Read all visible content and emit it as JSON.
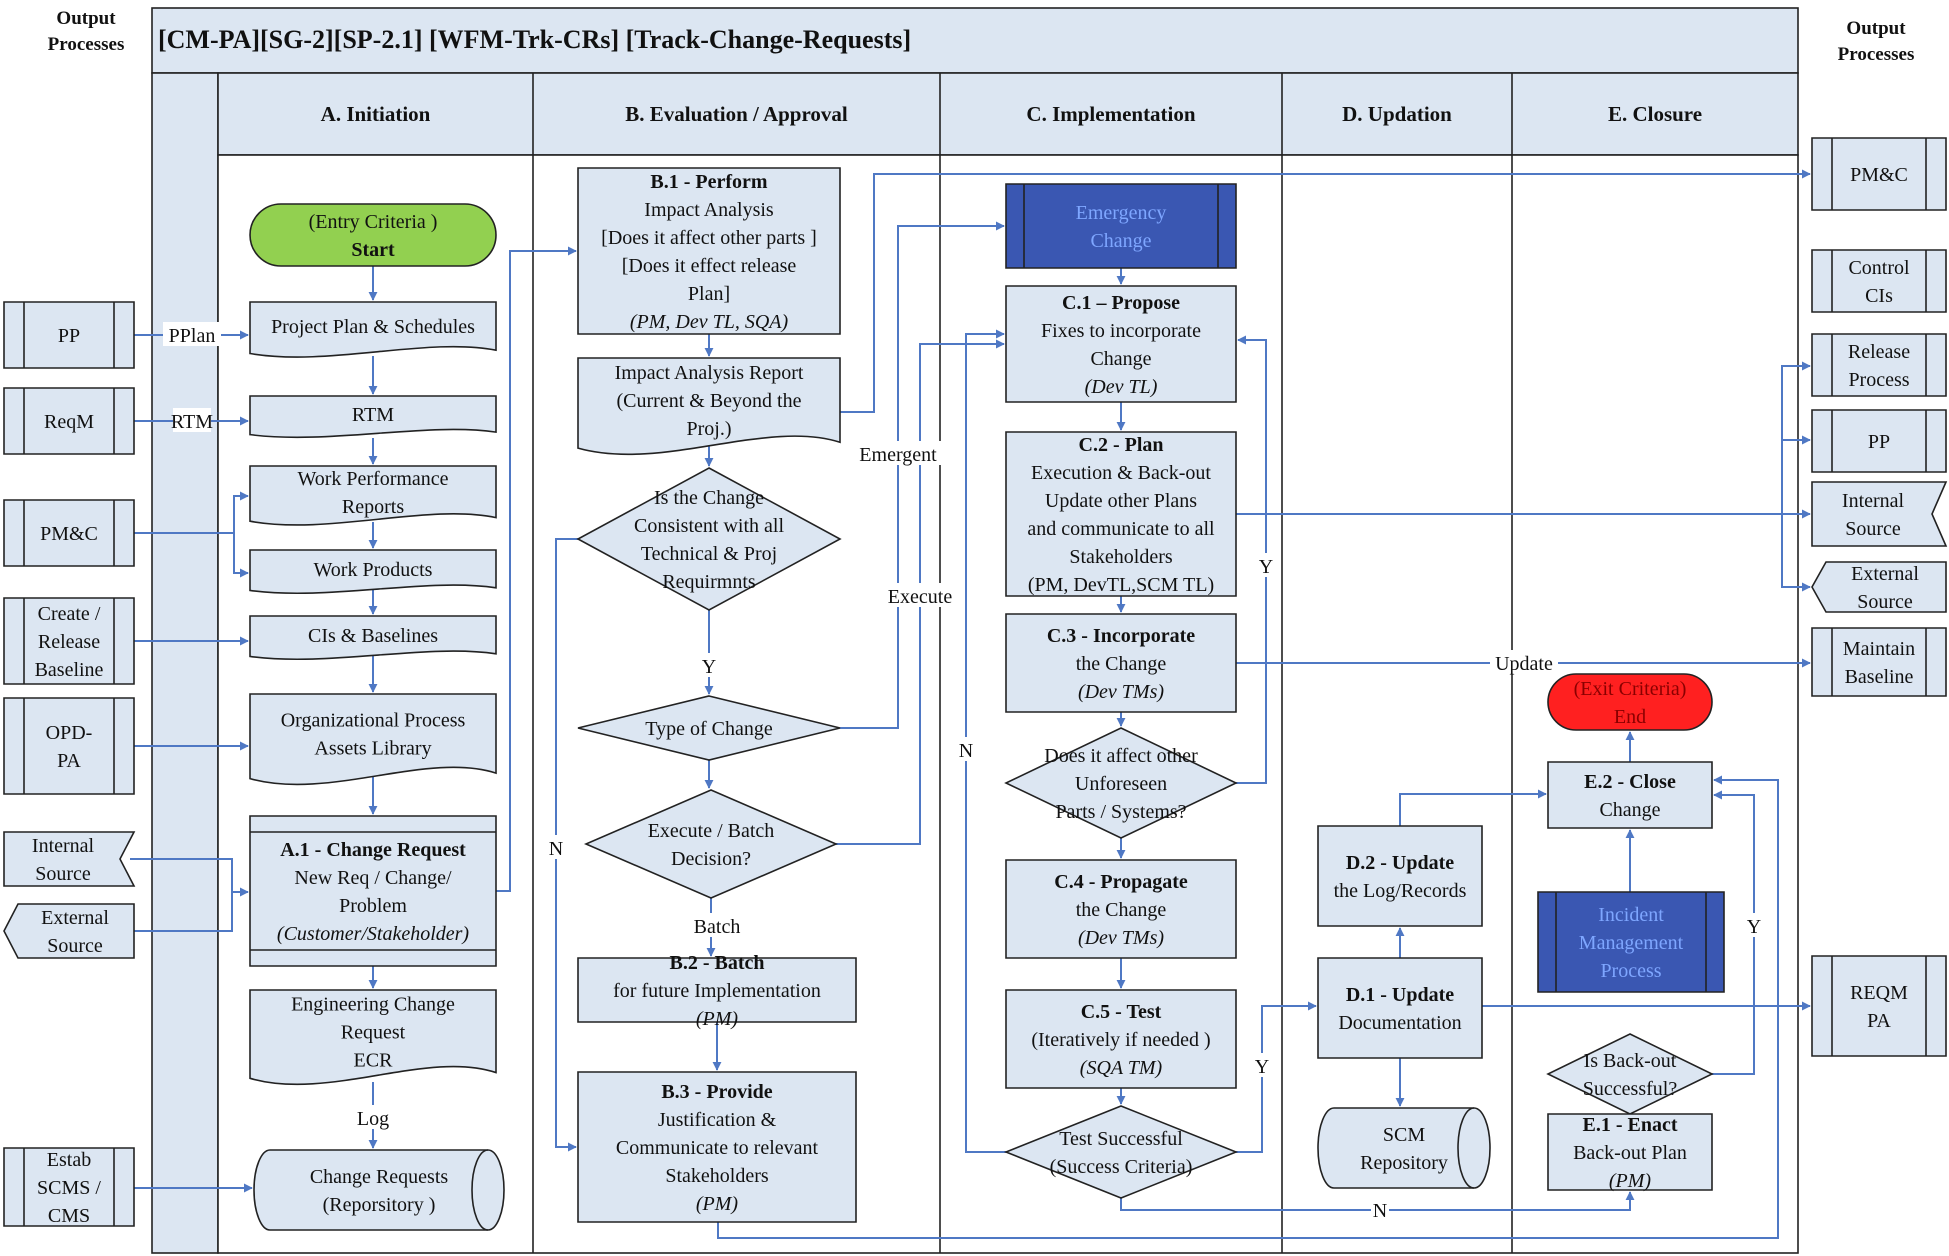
{
  "title": "[CM-PA][SG-2][SP-2.1] [WFM-Trk-CRs] [Track-Change-Requests]",
  "left_output_label": [
    "Output",
    "Processes"
  ],
  "right_output_label": [
    "Output",
    "Processes"
  ],
  "lanes": [
    {
      "id": "A",
      "label": "A. Initiation"
    },
    {
      "id": "B",
      "label": "B. Evaluation / Approval"
    },
    {
      "id": "C",
      "label": "C. Implementation"
    },
    {
      "id": "D",
      "label": "D. Updation"
    },
    {
      "id": "E",
      "label": "E. Closure"
    }
  ],
  "nodes": [
    {
      "id": "L-PP",
      "shape": "ext",
      "lines": [
        "PP"
      ]
    },
    {
      "id": "L-ReqM",
      "shape": "ext",
      "lines": [
        "ReqM"
      ]
    },
    {
      "id": "L-PMC",
      "shape": "ext",
      "lines": [
        "PM&C"
      ]
    },
    {
      "id": "L-CRB",
      "shape": "ext",
      "lines": [
        "Create /",
        "Release",
        "Baseline"
      ]
    },
    {
      "id": "L-OPD",
      "shape": "ext",
      "lines": [
        "OPD-",
        "PA"
      ]
    },
    {
      "id": "L-IS",
      "shape": "flag",
      "lines": [
        "Internal",
        "Source"
      ]
    },
    {
      "id": "L-ES",
      "shape": "flagl",
      "lines": [
        "External",
        "Source"
      ]
    },
    {
      "id": "L-SCMS",
      "shape": "ext",
      "lines": [
        "Estab",
        "SCMS /",
        "CMS"
      ]
    },
    {
      "id": "A-start",
      "shape": "term",
      "color": "green",
      "lines": [
        "(Entry Criteria )",
        "Start"
      ],
      "styles": [
        "n",
        "b"
      ]
    },
    {
      "id": "A-pps",
      "shape": "doc",
      "lines": [
        "Project Plan  & Schedules"
      ]
    },
    {
      "id": "A-rtm",
      "shape": "doc",
      "lines": [
        "RTM"
      ]
    },
    {
      "id": "A-wpr",
      "shape": "doc",
      "lines": [
        "Work Performance",
        "Reports"
      ]
    },
    {
      "id": "A-wp",
      "shape": "doc",
      "lines": [
        "Work Products"
      ]
    },
    {
      "id": "A-cis",
      "shape": "doc",
      "lines": [
        "CIs & Baselines"
      ]
    },
    {
      "id": "A-opal",
      "shape": "doc",
      "lines": [
        "Organizational Process",
        "Assets Library"
      ]
    },
    {
      "id": "A1",
      "shape": "proc",
      "lines": [
        "A.1 - Change Request",
        "New Req / Change/",
        "Problem",
        "(Customer/Stakeholder)"
      ],
      "styles": [
        "b",
        "n",
        "n",
        "i"
      ]
    },
    {
      "id": "A-ecr",
      "shape": "doc",
      "lines": [
        "Engineering Change",
        "Request",
        "ECR"
      ]
    },
    {
      "id": "A-crr",
      "shape": "store",
      "lines": [
        "Change Requests",
        "(Reporsitory )"
      ]
    },
    {
      "id": "B1",
      "shape": "rect",
      "lines": [
        "B.1 - Perform",
        "Impact Analysis",
        "[Does it affect other parts ]",
        "[Does it effect release",
        "Plan]",
        "(PM, Dev TL, SQA)"
      ],
      "styles": [
        "b",
        "n",
        "n",
        "n",
        "n",
        "i"
      ]
    },
    {
      "id": "B-iar",
      "shape": "doc",
      "lines": [
        "Impact Analysis Report",
        "(Current & Beyond the",
        "Proj.)"
      ]
    },
    {
      "id": "B-cons",
      "shape": "dia",
      "lines": [
        "Is the Change",
        "Consistent with all",
        "Technical  & Proj",
        "Requirmnts"
      ]
    },
    {
      "id": "B-type",
      "shape": "dia",
      "lines": [
        "Type of Change"
      ]
    },
    {
      "id": "B-exec",
      "shape": "dia",
      "lines": [
        "Execute / Batch",
        "Decision?"
      ]
    },
    {
      "id": "B2",
      "shape": "rect",
      "lines": [
        "B.2 - Batch",
        "for future Implementation",
        "(PM)"
      ],
      "styles": [
        "b",
        "n",
        "i"
      ]
    },
    {
      "id": "B3",
      "shape": "rect",
      "lines": [
        "B.3 - Provide",
        "Justification &",
        "Communicate to relevant",
        "Stakeholders",
        "(PM)"
      ],
      "styles": [
        "b",
        "n",
        "n",
        "n",
        "i"
      ]
    },
    {
      "id": "C-emerg",
      "shape": "pre",
      "color": "dark",
      "lines": [
        "Emergency",
        "Change"
      ],
      "styles": [
        "d",
        "d"
      ]
    },
    {
      "id": "C1",
      "shape": "rect",
      "lines": [
        "C.1 – Propose",
        "Fixes to incorporate",
        "Change",
        "(Dev TL)"
      ],
      "styles": [
        "b",
        "n",
        "n",
        "i"
      ]
    },
    {
      "id": "C2",
      "shape": "rect",
      "lines": [
        "C.2 - Plan",
        "Execution  & Back-out",
        "Update other Plans",
        "and communicate  to all",
        "Stakeholders",
        "(PM, DevTL,SCM TL)"
      ],
      "styles": [
        "b",
        "n",
        "n",
        "n",
        "n",
        "n"
      ]
    },
    {
      "id": "C3",
      "shape": "rect",
      "lines": [
        "C.3 - Incorporate",
        "the Change",
        "(Dev TMs)"
      ],
      "styles": [
        "b",
        "n",
        "i"
      ]
    },
    {
      "id": "C-aff",
      "shape": "dia",
      "lines": [
        "Does it affect other",
        "Unforeseen",
        "Parts / Systems?"
      ]
    },
    {
      "id": "C4",
      "shape": "rect",
      "lines": [
        "C.4 - Propagate",
        "the Change",
        "(Dev TMs)"
      ],
      "styles": [
        "b",
        "n",
        "i"
      ]
    },
    {
      "id": "C5",
      "shape": "rect",
      "lines": [
        "C.5 - Test",
        "(Iteratively if needed )",
        "(SQA TM)"
      ],
      "styles": [
        "b",
        "n",
        "i"
      ]
    },
    {
      "id": "C-test",
      "shape": "dia",
      "lines": [
        "Test Successful",
        "(Success Criteria)"
      ]
    },
    {
      "id": "D2",
      "shape": "rect",
      "lines": [
        "D.2 - Update",
        "the Log/Records"
      ],
      "styles": [
        "b",
        "n"
      ]
    },
    {
      "id": "D1",
      "shape": "rect",
      "lines": [
        "D.1 - Update",
        "Documentation"
      ],
      "styles": [
        "b",
        "n"
      ]
    },
    {
      "id": "D-scm",
      "shape": "store",
      "lines": [
        "SCM",
        "Repository"
      ]
    },
    {
      "id": "E-end",
      "shape": "term",
      "color": "red",
      "lines": [
        "(Exit Criteria)",
        "End"
      ],
      "styles": [
        "r",
        "r"
      ]
    },
    {
      "id": "E2",
      "shape": "rect",
      "lines": [
        "E.2 - Close",
        "Change"
      ],
      "styles": [
        "b",
        "n"
      ]
    },
    {
      "id": "E-imp",
      "shape": "pre",
      "color": "dark",
      "lines": [
        "Incident",
        "Management",
        "Process"
      ],
      "styles": [
        "d",
        "d",
        "d"
      ]
    },
    {
      "id": "E-back",
      "shape": "dia",
      "lines": [
        "Is Back-out",
        "Successful?"
      ]
    },
    {
      "id": "E1",
      "shape": "rect",
      "lines": [
        "E.1 - Enact",
        "Back-out Plan",
        "(PM)"
      ],
      "styles": [
        "b",
        "n",
        "i"
      ]
    },
    {
      "id": "R-PMC",
      "shape": "ext",
      "lines": [
        "PM&C"
      ]
    },
    {
      "id": "R-CCI",
      "shape": "ext",
      "lines": [
        "Control",
        "CIs"
      ]
    },
    {
      "id": "R-REL",
      "shape": "ext",
      "lines": [
        "Release",
        "Process"
      ]
    },
    {
      "id": "R-PP",
      "shape": "ext",
      "lines": [
        "PP"
      ]
    },
    {
      "id": "R-IS",
      "shape": "flag",
      "lines": [
        "Internal",
        "Source"
      ]
    },
    {
      "id": "R-ES",
      "shape": "flagl",
      "lines": [
        "External",
        "Source"
      ]
    },
    {
      "id": "R-MB",
      "shape": "ext",
      "lines": [
        "Maintain",
        "Baseline"
      ]
    },
    {
      "id": "R-REQM",
      "shape": "ext",
      "lines": [
        "REQM",
        "PA"
      ]
    }
  ],
  "edge_labels": [
    {
      "id": "PPlan",
      "text": "PPlan"
    },
    {
      "id": "RTM",
      "text": "RTM"
    },
    {
      "id": "Log",
      "text": "Log"
    },
    {
      "id": "Emergent",
      "text": "Emergent"
    },
    {
      "id": "Execute",
      "text": "Execute"
    },
    {
      "id": "Batch",
      "text": "Batch"
    },
    {
      "id": "Y1",
      "text": "Y"
    },
    {
      "id": "N1",
      "text": "N"
    },
    {
      "id": "N2",
      "text": "N"
    },
    {
      "id": "Y2",
      "text": "Y"
    },
    {
      "id": "Y3",
      "text": "Y"
    },
    {
      "id": "Update",
      "text": "Update"
    },
    {
      "id": "N3",
      "text": "N"
    },
    {
      "id": "Y4",
      "text": "Y"
    }
  ]
}
